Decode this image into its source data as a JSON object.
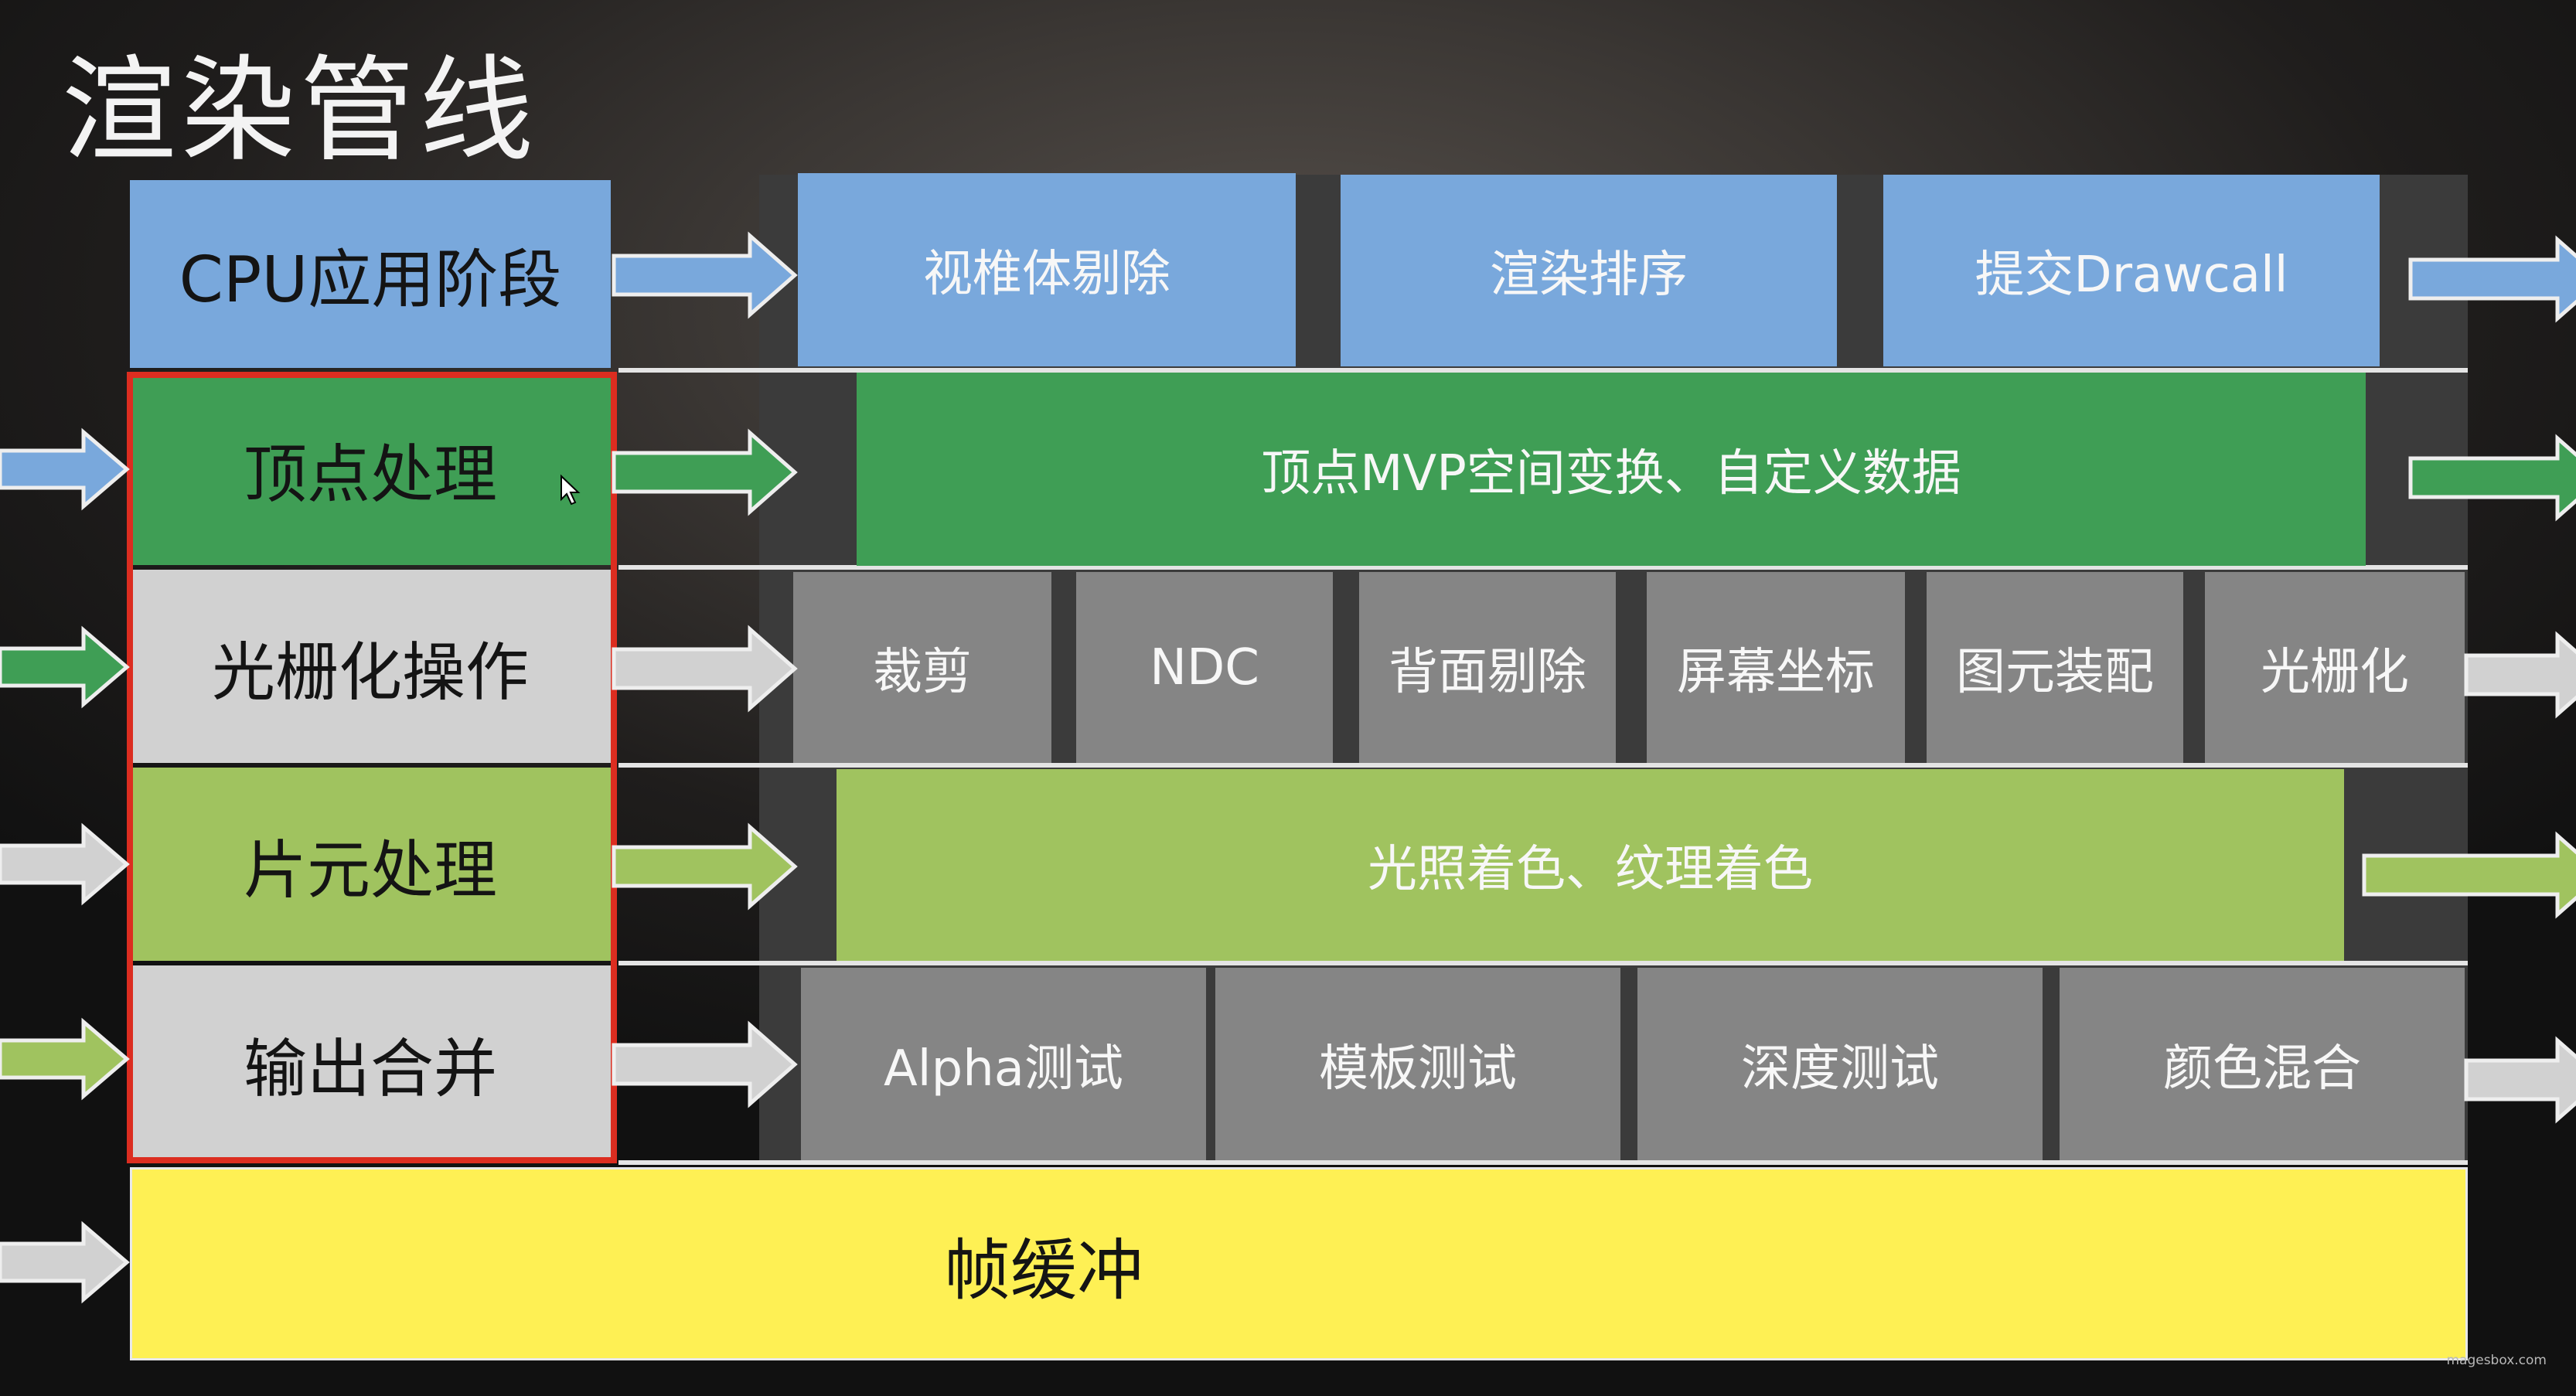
{
  "title": "渲染管线",
  "stages": [
    {
      "label": "CPU应用阶段",
      "cells": [
        "视椎体剔除",
        "渲染排序",
        "提交Drawcall"
      ]
    },
    {
      "label": "顶点处理",
      "cells": [
        "顶点MVP空间变换、自定义数据"
      ]
    },
    {
      "label": "光栅化操作",
      "cells": [
        "裁剪",
        "NDC",
        "背面剔除",
        "屏幕坐标",
        "图元装配",
        "光栅化"
      ]
    },
    {
      "label": "片元处理",
      "cells": [
        "光照着色、纹理着色"
      ]
    },
    {
      "label": "输出合并",
      "cells": [
        "Alpha测试",
        "模板测试",
        "深度测试",
        "颜色混合"
      ]
    }
  ],
  "frame_buffer": "帧缓冲",
  "watermark": "magesbox.com",
  "colors": {
    "cpu_stage": "#79a8dc",
    "vertex_stage": "#3f9e55",
    "raster_cells": "#858585",
    "fragment_stage": "#a0c35f",
    "output_cells": "#858585",
    "frame_buffer": "#fef054",
    "highlight_border": "#dc2d20"
  },
  "icons": [
    "arrow-right-icon",
    "mouse-cursor-icon"
  ]
}
